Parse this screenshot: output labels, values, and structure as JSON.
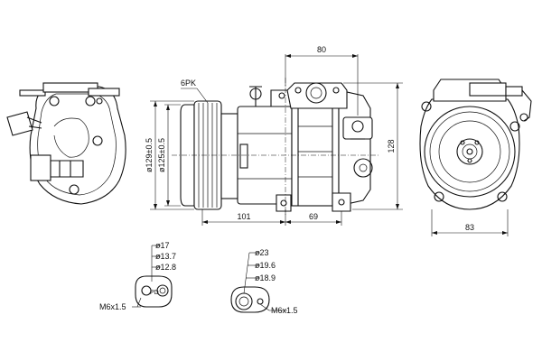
{
  "dimensions": {
    "top_width": "80",
    "belt": "6PK",
    "pulley_outer": "ø129±0.5",
    "pulley_inner": "ø125±0.5",
    "height": "128",
    "pulley_to_mount": "101",
    "mount_spacing": "69",
    "rear_width": "83"
  },
  "port_left": {
    "d1": "ø17",
    "d2": "ø13.7",
    "d3": "ø12.8",
    "thread": "M6x1.5",
    "lettering": "PD"
  },
  "port_right": {
    "d1": "ø23",
    "d2": "ø19.6",
    "d3": "ø18.9",
    "thread": "M6x1.5"
  }
}
